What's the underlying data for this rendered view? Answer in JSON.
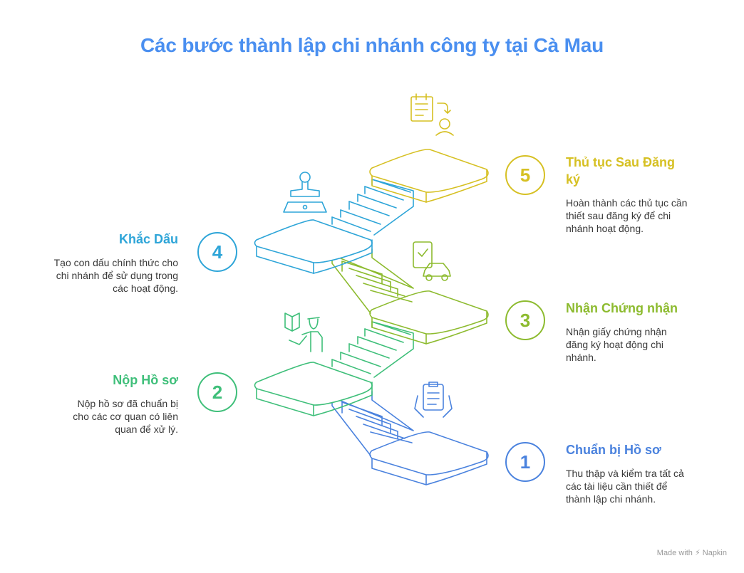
{
  "title": "Các bước thành lập chi nhánh công ty tại Cà Mau",
  "steps": [
    {
      "number": "1",
      "title": "Chuẩn bị Hồ sơ",
      "desc": "Thu thập và kiểm tra tất cả các tài liệu cần thiết để thành lập chi nhánh.",
      "color": "#4a82de",
      "icon": "clipboard-hands-icon"
    },
    {
      "number": "2",
      "title": "Nộp Hồ sơ",
      "desc": "Nộp hồ sơ đã chuẩn bị cho các cơ quan có liên quan để xử lý.",
      "color": "#3fbf7a",
      "icon": "person-submitting-document-icon"
    },
    {
      "number": "3",
      "title": "Nhận Chứng nhận",
      "desc": "Nhận giấy chứng nhận đăng ký hoạt động chi nhánh.",
      "color": "#8dbb2f",
      "icon": "certificate-car-icon"
    },
    {
      "number": "4",
      "title": "Khắc Dấu",
      "desc": "Tạo con dấu chính thức cho chi nhánh để sử dụng trong các hoạt động.",
      "color": "#2ea5d8",
      "icon": "stamp-icon"
    },
    {
      "number": "5",
      "title": "Thủ tục Sau Đăng ký",
      "desc": "Hoàn thành các thủ tục cần thiết sau đăng ký để chi nhánh hoạt động.",
      "color": "#d6c023",
      "icon": "checklist-person-icon"
    }
  ],
  "footer": "Made with ⚡ Napkin"
}
